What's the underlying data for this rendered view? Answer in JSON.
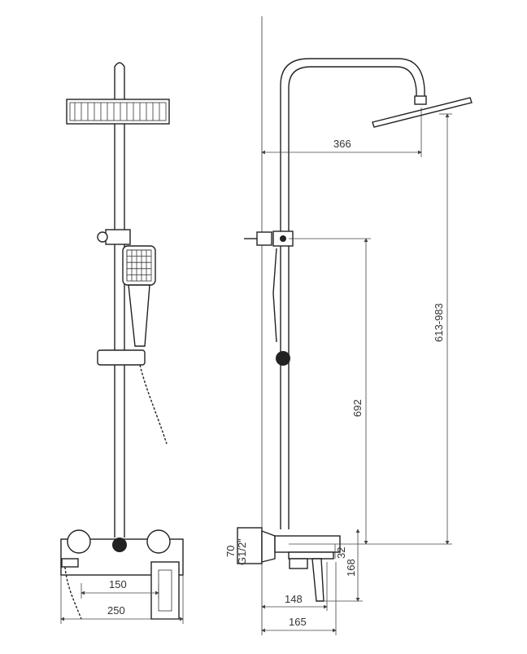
{
  "drawing": {
    "front_view": {
      "dim_valve_spacing": "150",
      "dim_mixer_width": "250"
    },
    "side_view": {
      "dim_arm_reach": "366",
      "dim_head_height_range": "613-983",
      "dim_slider_height": "692",
      "dim_inlet": "70",
      "inlet_thread": "G1/2\"",
      "dim_spout_offset": "32",
      "dim_spout_drop": "168",
      "dim_depth_spout": "148",
      "dim_depth_total": "165"
    }
  }
}
